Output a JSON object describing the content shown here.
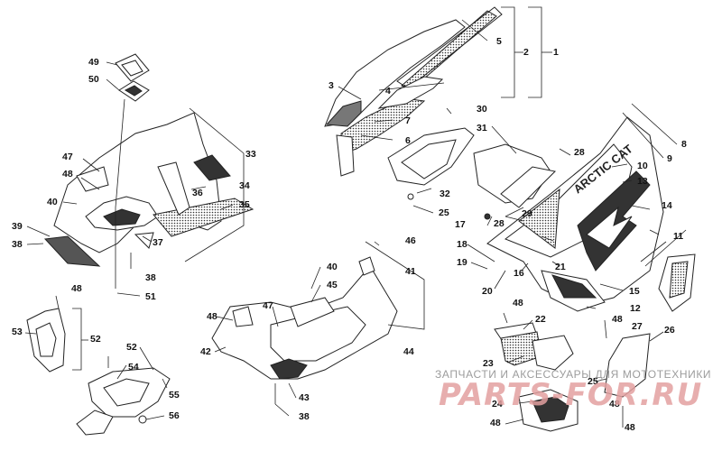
{
  "callouts": [
    {
      "id": "c1",
      "text": "1"
    },
    {
      "id": "c2",
      "text": "2"
    },
    {
      "id": "c3",
      "text": "3"
    },
    {
      "id": "c4",
      "text": "4"
    },
    {
      "id": "c5",
      "text": "5"
    },
    {
      "id": "c6",
      "text": "6"
    },
    {
      "id": "c7",
      "text": "7"
    },
    {
      "id": "c8",
      "text": "8"
    },
    {
      "id": "c9",
      "text": "9"
    },
    {
      "id": "c10",
      "text": "10"
    },
    {
      "id": "c11",
      "text": "11"
    },
    {
      "id": "c12",
      "text": "12"
    },
    {
      "id": "c13",
      "text": "13"
    },
    {
      "id": "c14",
      "text": "14"
    },
    {
      "id": "c15",
      "text": "15"
    },
    {
      "id": "c16",
      "text": "16"
    },
    {
      "id": "c17",
      "text": "17"
    },
    {
      "id": "c18",
      "text": "18"
    },
    {
      "id": "c19",
      "text": "19"
    },
    {
      "id": "c20",
      "text": "20"
    },
    {
      "id": "c21",
      "text": "21"
    },
    {
      "id": "c22",
      "text": "22"
    },
    {
      "id": "c23",
      "text": "23"
    },
    {
      "id": "c24",
      "text": "24"
    },
    {
      "id": "c25a",
      "text": "25"
    },
    {
      "id": "c25b",
      "text": "25"
    },
    {
      "id": "c26",
      "text": "26"
    },
    {
      "id": "c27",
      "text": "27"
    },
    {
      "id": "c28a",
      "text": "28"
    },
    {
      "id": "c28b",
      "text": "28"
    },
    {
      "id": "c29",
      "text": "29"
    },
    {
      "id": "c30",
      "text": "30"
    },
    {
      "id": "c31",
      "text": "31"
    },
    {
      "id": "c32",
      "text": "32"
    },
    {
      "id": "c33",
      "text": "33"
    },
    {
      "id": "c34",
      "text": "34"
    },
    {
      "id": "c35",
      "text": "35"
    },
    {
      "id": "c36",
      "text": "36"
    },
    {
      "id": "c37",
      "text": "37"
    },
    {
      "id": "c38a",
      "text": "38"
    },
    {
      "id": "c38b",
      "text": "38"
    },
    {
      "id": "c38c",
      "text": "38"
    },
    {
      "id": "c39",
      "text": "39"
    },
    {
      "id": "c40a",
      "text": "40"
    },
    {
      "id": "c40b",
      "text": "40"
    },
    {
      "id": "c41",
      "text": "41"
    },
    {
      "id": "c42",
      "text": "42"
    },
    {
      "id": "c43",
      "text": "43"
    },
    {
      "id": "c44",
      "text": "44"
    },
    {
      "id": "c45",
      "text": "45"
    },
    {
      "id": "c46",
      "text": "46"
    },
    {
      "id": "c47a",
      "text": "47"
    },
    {
      "id": "c47b",
      "text": "47"
    },
    {
      "id": "c48a",
      "text": "48"
    },
    {
      "id": "c48b",
      "text": "48"
    },
    {
      "id": "c48c",
      "text": "48"
    },
    {
      "id": "c48d",
      "text": "48"
    },
    {
      "id": "c48e",
      "text": "48"
    },
    {
      "id": "c48f",
      "text": "48"
    },
    {
      "id": "c48g",
      "text": "48"
    },
    {
      "id": "c48h",
      "text": "48"
    },
    {
      "id": "c49",
      "text": "49"
    },
    {
      "id": "c50",
      "text": "50"
    },
    {
      "id": "c51",
      "text": "51"
    },
    {
      "id": "c52a",
      "text": "52"
    },
    {
      "id": "c52b",
      "text": "52"
    },
    {
      "id": "c53",
      "text": "53"
    },
    {
      "id": "c54",
      "text": "54"
    },
    {
      "id": "c55",
      "text": "55"
    },
    {
      "id": "c56",
      "text": "56"
    }
  ],
  "decal_text": "ARCTIC CAT",
  "watermark": {
    "line1": "ЗАПЧАСТИ И АКСЕССУАРЫ ДЛЯ МОТОТЕХНИКИ",
    "line2": "PARTS-FOR.RU"
  }
}
